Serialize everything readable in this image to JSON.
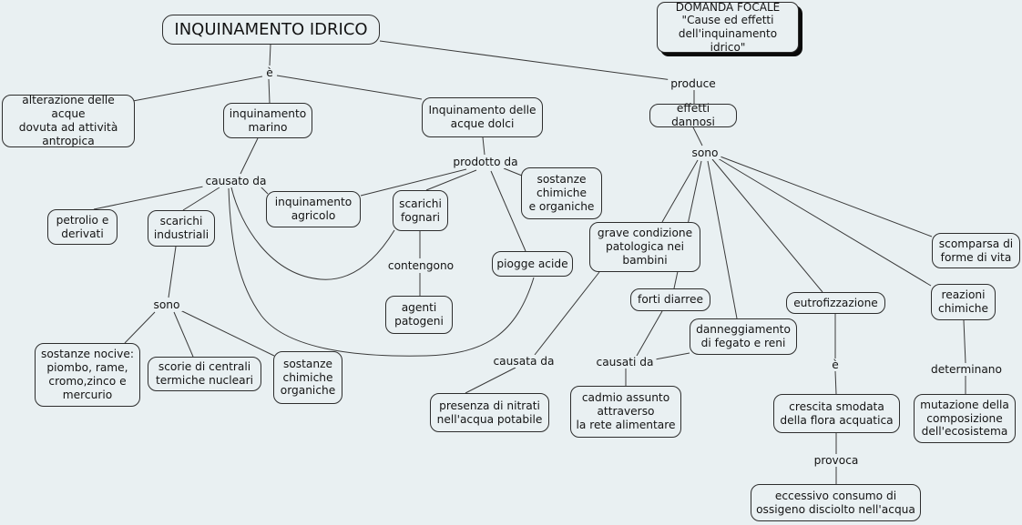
{
  "colors": {
    "background": "#e9f0f2",
    "line": "#3a3a3a",
    "box_border": "#2d2d2d",
    "text": "#141414"
  },
  "concepts": {
    "inquinamento_idrico": "INQUINAMENTO IDRICO",
    "focal_question": "DOMANDA FOCALE\n\"Cause ed effetti\ndell'inquinamento idrico\"",
    "alterazione": "alterazione delle acque\ndovuta ad attività\nantropica",
    "marino": "inquinamento\nmarino",
    "acque_dolci": "Inquinamento delle\nacque dolci",
    "effetti_dannosi": "effetti dannosi",
    "petrolio": "petrolio e\nderivati",
    "scarichi_industriali": "scarichi\nindustriali",
    "agricolo": "inquinamento\nagricolo",
    "fognari": "scarichi\nfognari",
    "sostanze_chimiche_organiche": "sostanze\nchimiche\ne organiche",
    "piogge_acide": "piogge acide",
    "agenti_patogeni": "agenti\npatogeni",
    "grave_condizione": "grave condizione\npatologica nei\nbambini",
    "forti_diarree": "forti diarree",
    "danneggiamento": "danneggiamento\ndi fegato e reni",
    "eutrofizzazione": "eutrofizzazione",
    "scomparsa": "scomparsa di\nforme di vita",
    "reazioni_chimiche": "reazioni\nchimiche",
    "sostanze_nocive": "sostanze nocive:\npiombo, rame,\ncromo,zinco e\nmercurio",
    "scorie": "scorie di centrali\ntermiche nucleari",
    "sostanze_chimiche_organiche_2": "sostanze\nchimiche\norganiche",
    "nitrati": "presenza di nitrati\nnell'acqua potabile",
    "cadmio": "cadmio assunto\nattraverso\nla rete alimentare",
    "crescita": "crescita smodata\ndella flora acquatica",
    "mutazione": "mutazione della\ncomposizione\ndell'ecosistema",
    "eccessivo": "eccessivo consumo di\nossigeno disciolto nell'acqua"
  },
  "linking_phrases": {
    "e_1": "è",
    "produce": "produce",
    "sono_1": "sono",
    "causato_da": "causato da",
    "prodotto_da": "prodotto da",
    "contengono": "contengono",
    "sono_2": "sono",
    "causata_da": "causata da",
    "causati_da": "causati da",
    "e_2": "è",
    "determinano": "determinano",
    "provoca": "provoca"
  }
}
